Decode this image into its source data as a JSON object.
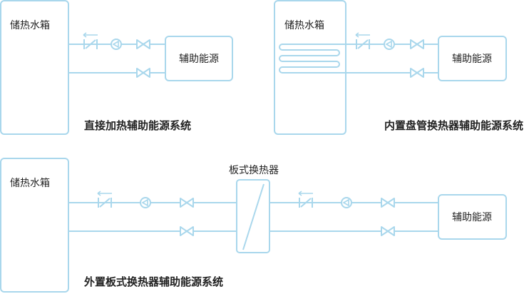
{
  "colors": {
    "line": "#a9d7ec",
    "text": "#222222",
    "background": "#ffffff"
  },
  "diagrams": [
    {
      "tank_label": "储热水箱",
      "aux_label": "辅助能源",
      "caption": "直接加热辅助能源系统"
    },
    {
      "tank_label": "储热水箱",
      "aux_label": "辅助能源",
      "caption": "内置盘管换热器辅助能源系统"
    },
    {
      "tank_label": "储热水箱",
      "exchanger_label": "板式换热器",
      "aux_label": "辅助能源",
      "caption": "外置板式换热器辅助能源系统"
    }
  ],
  "icons": [
    "check-valve-icon",
    "pump-icon",
    "gate-valve-icon",
    "coil-icon",
    "plate-heat-exchanger-icon"
  ]
}
